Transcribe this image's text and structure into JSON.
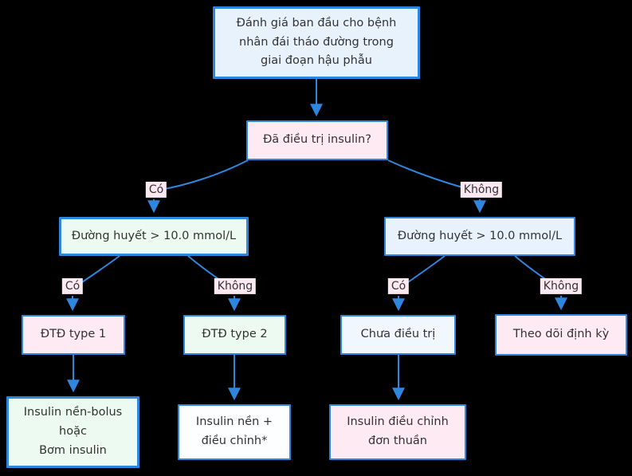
{
  "diagram": {
    "colors": {
      "background": "#000000",
      "line": "#2e86de",
      "text": "#333333",
      "edge_label_background": "#fce8f0"
    },
    "nodes": {
      "start": {
        "label": "Đánh giá ban đầu cho bệnh\nnhân đái tháo đường trong\ngiai đoạn hậu phẫu",
        "fill": "#e7f2fc"
      },
      "insulin_question": {
        "label": "Đã điều trị insulin?",
        "fill": "#fdeaf2"
      },
      "glucose_treated": {
        "label": "Đường huyết > 10.0 mmol/L",
        "fill": "#edfaf2"
      },
      "glucose_untreated": {
        "label": "Đường huyết > 10.0 mmol/L",
        "fill": "#e7f2fc"
      },
      "dtd_type_1": {
        "label": "ĐTĐ type 1",
        "fill": "#fdeaf2"
      },
      "dtd_type_2": {
        "label": "ĐTĐ type 2",
        "fill": "#edfaf2"
      },
      "not_yet_treated": {
        "label": "Chưa điều trị",
        "fill": "#f0f7fd"
      },
      "periodic_monitoring": {
        "label": "Theo dõi định kỳ",
        "fill": "#fdeaf2"
      },
      "basal_bolus_or_pump": {
        "label": "Insulin nền-bolus\nhoặc\nBơm insulin",
        "fill": "#edfaf2"
      },
      "basal_plus_correction": {
        "label": "Insulin nền +\nđiều chỉnh*",
        "fill": "#fdfeff"
      },
      "correction_only": {
        "label": "Insulin điều chỉnh\nđơn thuần",
        "fill": "#fdeaf2"
      }
    },
    "edge_labels": {
      "yes": "Có",
      "no": "Không"
    }
  }
}
